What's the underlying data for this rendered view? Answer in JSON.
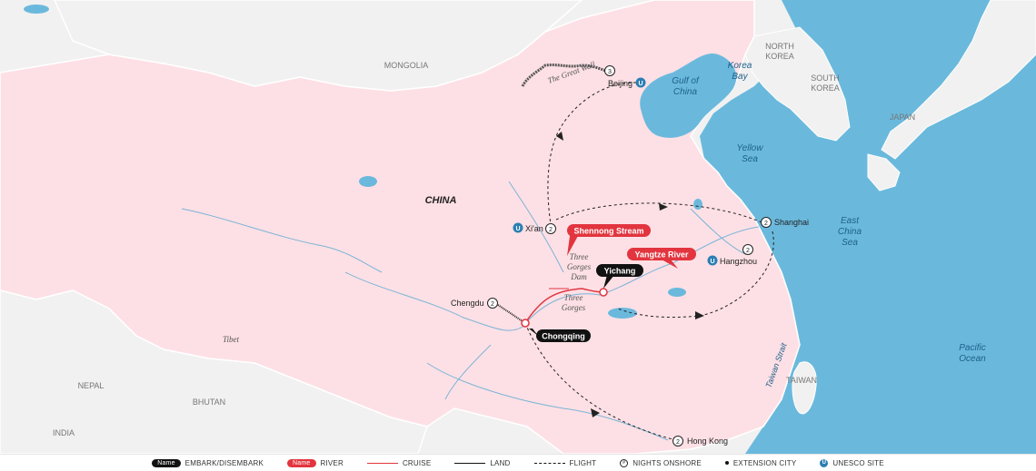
{
  "map": {
    "countries": {
      "mongolia": "MONGOLIA",
      "china": "CHINA",
      "north_korea": "NORTH KOREA",
      "south_korea": "SOUTH KOREA",
      "japan": "JAPAN",
      "taiwan": "TAIWAN",
      "nepal": "NEPAL",
      "bhutan": "BHUTAN",
      "india": "INDIA",
      "tibet": "Tibet"
    },
    "waters": {
      "korea_bay": "Korea Bay",
      "gulf_of_china": "Gulf of China",
      "yellow_sea": "Yellow Sea",
      "east_china_sea": "East China Sea",
      "pacific_ocean": "Pacific Ocean",
      "taiwan_strait": "Taiwan Strait"
    },
    "features": {
      "great_wall": "The Great Wall",
      "three_gorges_dam": "Three Gorges Dam",
      "three_gorges": "Three Gorges"
    },
    "cities": {
      "beijing": {
        "name": "Beijing",
        "nights": "3"
      },
      "xian": {
        "name": "Xi'an",
        "nights": "2"
      },
      "shanghai": {
        "name": "Shanghai",
        "nights": "2"
      },
      "hangzhou": {
        "name": "Hangzhou",
        "nights": "2"
      },
      "chengdu": {
        "name": "Chengdu",
        "nights": "2"
      },
      "hong_kong": {
        "name": "Hong Kong",
        "nights": "2"
      }
    },
    "tags": {
      "shennong": "Shennong Stream",
      "yangtze": "Yangtze River",
      "yichang": "Yichang",
      "chongqing": "Chongqing"
    },
    "unesco_glyph": "U",
    "colors": {
      "china": "#fde0e5",
      "land": "#f1f1f1",
      "water": "#6ab9dd",
      "river": "#7ab4d6",
      "cruise": "#e2353f",
      "tag_black": "#111111",
      "tag_red": "#e2353f"
    }
  },
  "legend": {
    "embark_pill": "Name",
    "embark_label": "EMBARK/DISEMBARK",
    "river_pill": "Name",
    "river_label": "RIVER",
    "cruise_label": "CRUISE",
    "land_label": "LAND",
    "flight_label": "FLIGHT",
    "nights_symbol": "#",
    "nights_label": "NIGHTS ONSHORE",
    "extension_label": "EXTENSION CITY",
    "unesco_symbol": "U",
    "unesco_label": "UNESCO SITE"
  }
}
